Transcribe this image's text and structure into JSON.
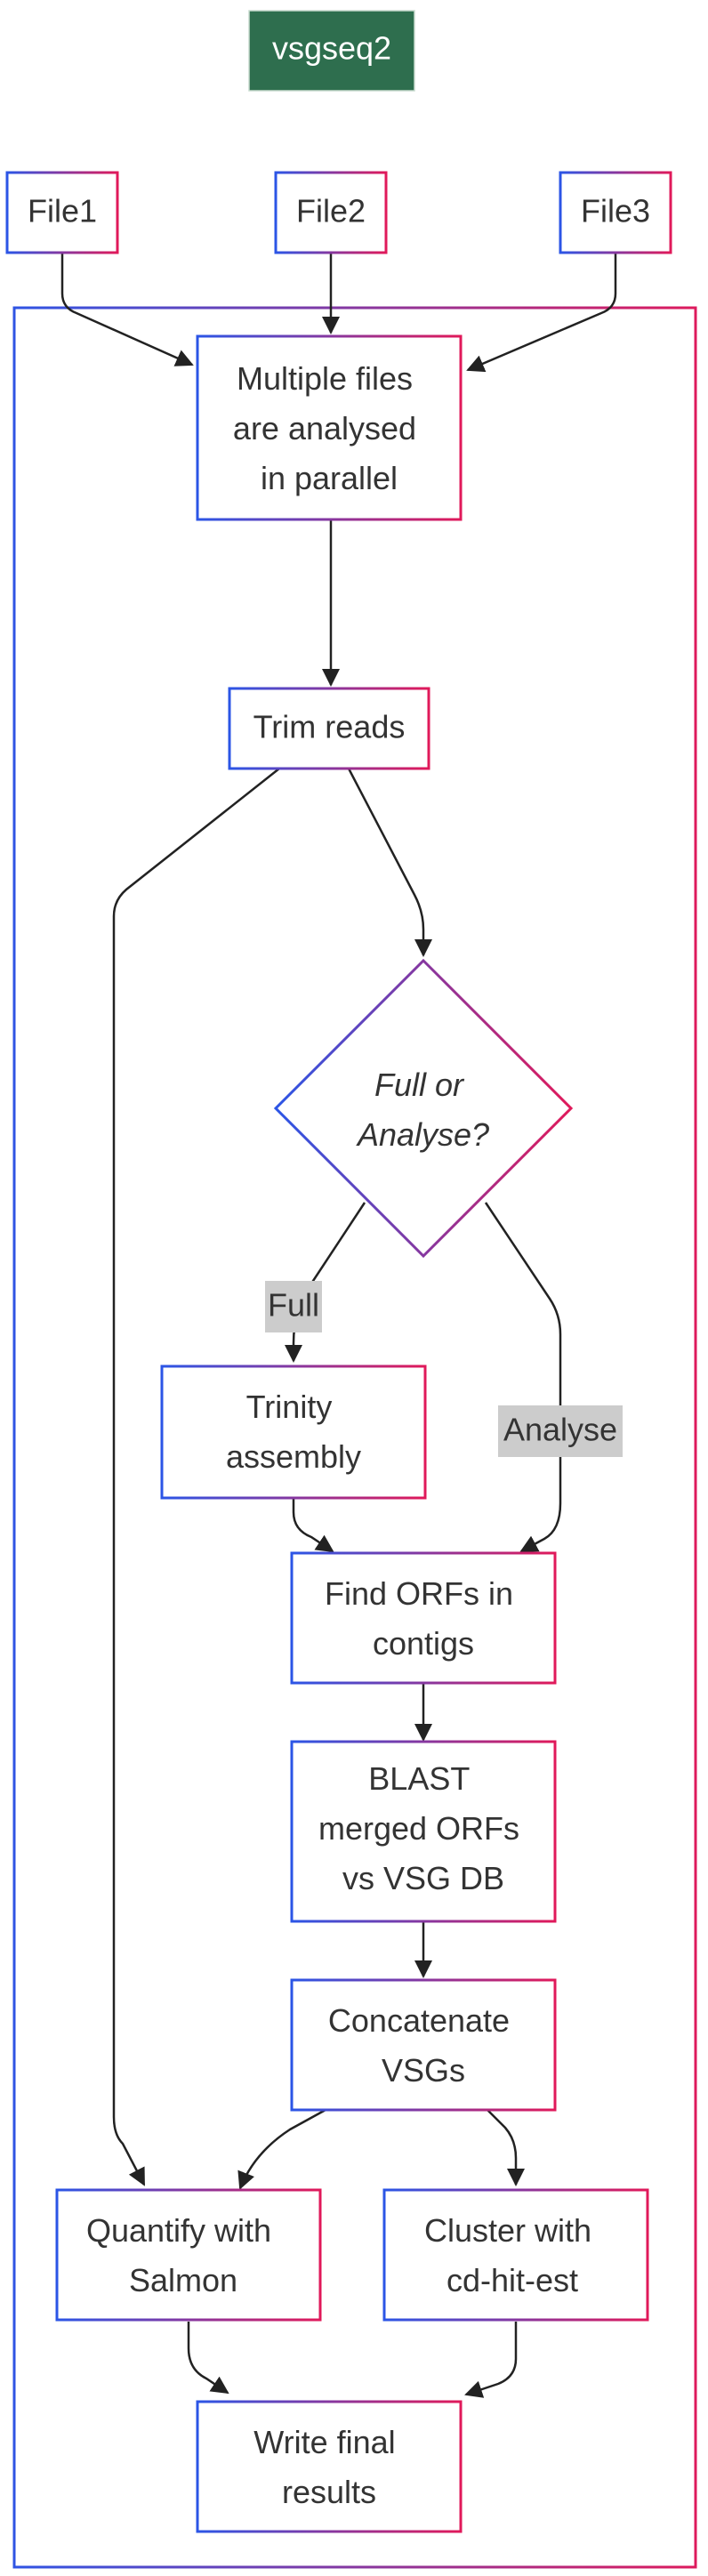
{
  "title": "vsgseq2",
  "colors": {
    "title_bg": "#2e6e4e",
    "title_text": "#ffffff",
    "gradient_start": "#2b55e6",
    "gradient_end": "#e0195a",
    "edge": "#222222",
    "label_bg": "#cccccc",
    "text": "#333333"
  },
  "nodes": {
    "file1": "File1",
    "file2": "File2",
    "file3": "File3",
    "parallel": [
      "Multiple files",
      "are analysed",
      "in parallel"
    ],
    "trim": "Trim reads",
    "decision": [
      "Full or",
      "Analyse?"
    ],
    "trinity": [
      "Trinity",
      "assembly"
    ],
    "orfs": [
      "Find ORFs in",
      "contigs"
    ],
    "blast": [
      "BLAST",
      "merged ORFs",
      "vs VSG DB"
    ],
    "concat": [
      "Concatenate",
      "VSGs"
    ],
    "salmon": [
      "Quantify with",
      "Salmon"
    ],
    "cluster": [
      "Cluster with",
      "cd-hit-est"
    ],
    "final": [
      "Write final",
      "results"
    ]
  },
  "edge_labels": {
    "full": "Full",
    "analyse": "Analyse"
  }
}
